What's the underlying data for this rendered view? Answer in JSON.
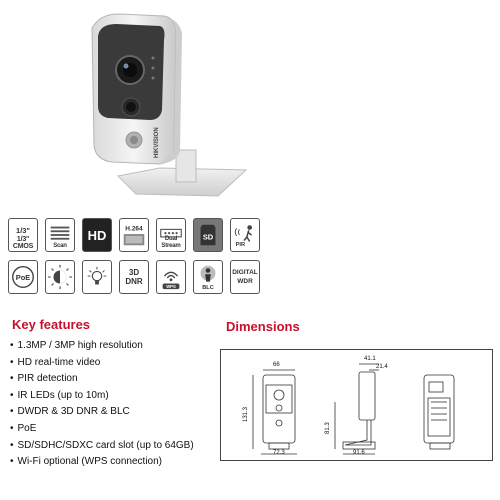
{
  "product": {
    "brand_text": "HIKVISION"
  },
  "icons": [
    {
      "name": "cmos-icon",
      "label": "1/3\" CMOS"
    },
    {
      "name": "scan-icon",
      "label": "Scan"
    },
    {
      "name": "hd-icon",
      "label": "HD"
    },
    {
      "name": "h264-icon",
      "label": "H.264"
    },
    {
      "name": "dual-stream-icon",
      "label": "Dual Stream"
    },
    {
      "name": "sd-card-icon",
      "label": "SD"
    },
    {
      "name": "pir-icon",
      "label": "PIR"
    },
    {
      "name": "poe-icon",
      "label": "PoE"
    },
    {
      "name": "day-night-icon",
      "label": ""
    },
    {
      "name": "ir-icon",
      "label": ""
    },
    {
      "name": "3d-dnr-icon",
      "label": "3D DNR"
    },
    {
      "name": "wps-icon",
      "label": "WPS"
    },
    {
      "name": "blc-icon",
      "label": "BLC"
    },
    {
      "name": "digital-wdr-icon",
      "label": "DIGITAL WDR"
    }
  ],
  "key_features": {
    "title": "Key features",
    "items": [
      "1.3MP / 3MP high resolution",
      "HD real-time video",
      "PIR detection",
      "IR LEDs (up to 10m)",
      "DWDR & 3D DNR & BLC",
      "PoE",
      "SD/SDHC/SDXC card slot (up to 64GB)",
      "Wi-Fi optional (WPS connection)"
    ]
  },
  "dimensions": {
    "title": "Dimensions",
    "labels": {
      "width_top": "66",
      "height_left": "131.3",
      "width_bottom_front": "72.3",
      "depth_top": "41.1",
      "depth_top2": "21.4",
      "height_side": "81.3",
      "depth_bottom": "91.6"
    }
  }
}
